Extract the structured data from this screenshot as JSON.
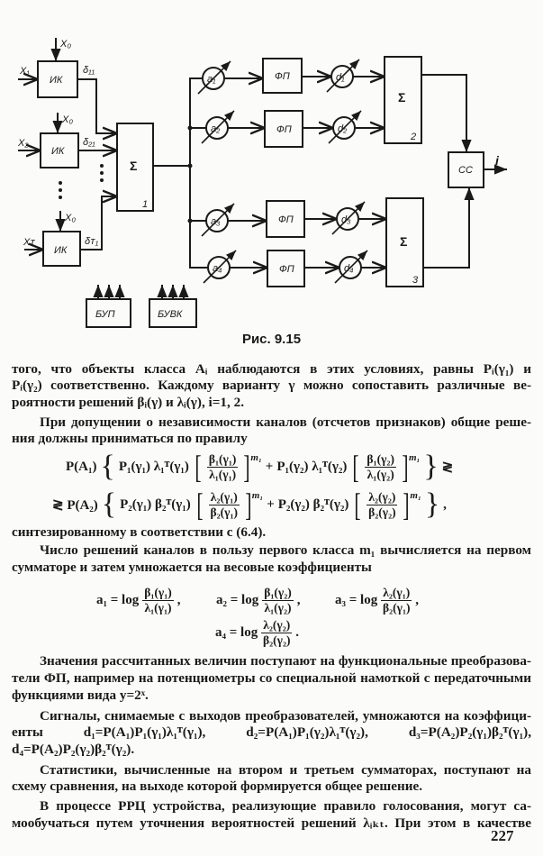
{
  "figure": {
    "caption": "Рис. 9.15",
    "ik_label": "ИК",
    "x0_label": "X₀",
    "inputs": [
      "X₁",
      "X₂",
      "Xᴛ"
    ],
    "outputs": [
      "δ₁₁",
      "δ₂₁",
      "δᴛ₁"
    ],
    "sum_symbol": "Σ",
    "sum_numbers": [
      "1",
      "2",
      "3"
    ],
    "weights_a": [
      "a₁",
      "a₂",
      "a₃",
      "a₄"
    ],
    "fp_label": "ФП",
    "weights_d": [
      "d₁",
      "d₂",
      "d₃",
      "d₄"
    ],
    "cc_label": "СС",
    "out_label": "i",
    "bup_label": "БУП",
    "buvk_label": "БУВК"
  },
  "text": {
    "l1": "того, что объекты класса Aᵢ наблюдаются в этих условиях, равны Pᵢ(γ₁) и",
    "l2": "Pᵢ(γ₂) соответственно. Каждому варианту γ можно сопоставить различные ве-",
    "l3": "роятности решений βᵢ(γ) и λᵢ(γ), i=1, 2.",
    "l4": "При допущении о независимости каналов (отсчетов признаков) общие реше-",
    "l5": "ния должны приниматься по правилу",
    "l6": "синтезированному в соответствии с (6.4).",
    "l7": "Число решений каналов в пользу первого класса m₁ вычисляется на первом",
    "l8": "сумматоре и затем умножается на весовые коэффициенты",
    "l9": "Значения рассчитанных величин поступают на функциональные преобразова-",
    "l10": "тели ФП, например на потенциометры со специальной намоткой с передаточными",
    "l11": "функциями вида y=2ˣ.",
    "l12": "Сигналы, снимаемые с выходов преобразователей, умножаются на коэффици-",
    "l13": "енты d₁=P(A₁)P₁(γ₁)λ₁ᵀ(γ₁), d₂=P(A₁)P₁(γ₂)λ₁ᵀ(γ₂), d₃=P(A₂)P₂(γ₁)β₂ᵀ(γ₁),",
    "l14": "d₄=P(A₂)P₂(γ₂)β₂ᵀ(γ₂).",
    "l15": "Статистики, вычисленные на втором и третьем сумматорах, поступают на",
    "l16": "схему сравнения, на выходе которой формируется общее решение.",
    "l17": "В процессе РРЦ устройства, реализующие правило голосования, могут са-",
    "l18": "мообучаться путем уточнения вероятностей решений λᵢₖₜ. При этом в качестве"
  },
  "rule": {
    "line1": {
      "prefix": "P(A₁)",
      "t1": "P₁(γ₁) λ₁ᵀ(γ₁)",
      "f1_num": "β₁(γ₁)",
      "f1_den": "λ₁(γ₁)",
      "exp": "m₁",
      "plus": "+",
      "t2": "P₁(γ₂) λ₁ᵀ(γ₂)",
      "f2_num": "β₁(γ₂)",
      "f2_den": "λ₁(γ₂)",
      "suffix": "≷"
    },
    "line2": {
      "prefix": "≷ P(A₂)",
      "t1": "P₂(γ₁) β₂ᵀ(γ₁)",
      "f1_num": "λ₂(γ₁)",
      "f1_den": "β₂(γ₁)",
      "exp": "m₁",
      "plus": "+",
      "t2": "P₂(γ₂) β₂ᵀ(γ₂)",
      "f2_num": "λ₂(γ₂)",
      "f2_den": "β₂(γ₂)",
      "suffix": ","
    }
  },
  "weights": [
    {
      "lhs": "a₁ = log",
      "num": "β₁(γ₁)",
      "den": "λ₁(γ₁)",
      "end": ","
    },
    {
      "lhs": "a₂ = log",
      "num": "β₁(γ₂)",
      "den": "λ₁(γ₂)",
      "end": ","
    },
    {
      "lhs": "a₃ = log",
      "num": "λ₂(γ₁)",
      "den": "β₂(γ₁)",
      "end": ","
    },
    {
      "lhs": "a₄ = log",
      "num": "λ₂(γ₂)",
      "den": "β₂(γ₂)",
      "end": "."
    }
  ],
  "page_number": "227"
}
